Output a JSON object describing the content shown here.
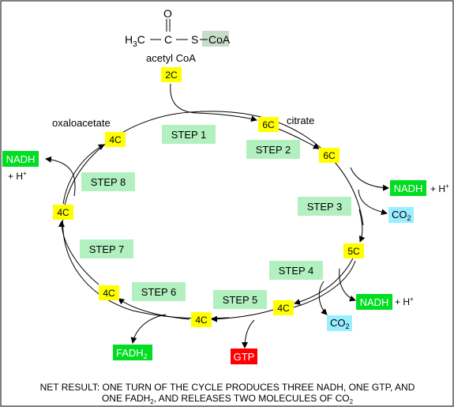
{
  "molecule": {
    "h3c": "H3C",
    "h_sub": "3",
    "c_atom": "C",
    "o_atom": "O",
    "s_atom": "S",
    "dash": "—",
    "coa": "CoA",
    "name": "acetyl CoA"
  },
  "names": {
    "oxaloacetate": "oxaloacetate",
    "citrate": "citrate"
  },
  "carbons": {
    "acetyl": "2C",
    "citrate": "6C",
    "isocitrate": "6C",
    "alpha_kg": "5C",
    "succinyl": "4C",
    "succinate": "4C",
    "fumarate": "4C",
    "malate": "4C",
    "oxaloacetate": "4C"
  },
  "steps": [
    "STEP 1",
    "STEP 2",
    "STEP 3",
    "STEP 4",
    "STEP 5",
    "STEP 6",
    "STEP 7",
    "STEP 8"
  ],
  "products": {
    "nadh": "NADH",
    "hplus": "+ H",
    "plus_sup": "+",
    "co2": "CO",
    "two_sub": "2",
    "gtp": "GTP",
    "fadh": "FADH",
    "fadh_sub": "2"
  },
  "net_result": {
    "line1": "NET RESULT: ONE TURN OF THE CYCLE PRODUCES THREE NADH, ONE GTP, AND",
    "line2a": "ONE FADH",
    "line2_sub": "2",
    "line2b": ", AND RELEASES TWO MOLECULES OF CO",
    "line2_sub2": "2"
  },
  "colors": {
    "carbon_box": "#ffff00",
    "step_box": "#b3f0c0",
    "nadh_box": "#00dd22",
    "co2_box": "#99eeff",
    "gtp_box": "#ff0000",
    "coa_box": "#c8dcc8"
  }
}
